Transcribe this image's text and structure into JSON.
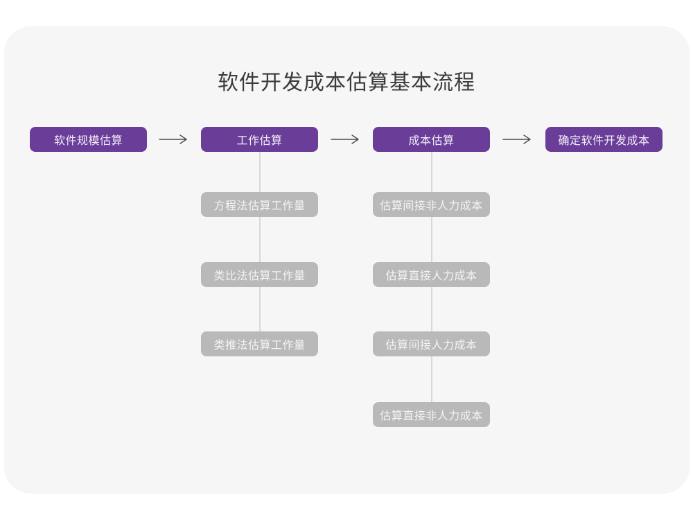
{
  "page": {
    "title": "软件开发成本估算基本流程",
    "colors": {
      "card_background": "#f6f6f7",
      "main_node": "#6a3d98",
      "sub_node": "#b9b9b9",
      "node_text": "#f4f4f4",
      "title_text": "#3b3b3b",
      "arrow": "#4a4a4a",
      "connector_line": "#d8d8d8"
    }
  },
  "flow": {
    "main_nodes": [
      {
        "label": "软件规模估算"
      },
      {
        "label": "工作估算"
      },
      {
        "label": "成本估算"
      },
      {
        "label": "确定软件开发成本"
      }
    ],
    "work_sub_nodes": [
      {
        "label": "方程法估算工作量"
      },
      {
        "label": "类比法估算工作量"
      },
      {
        "label": "类推法估算工作量"
      }
    ],
    "cost_sub_nodes": [
      {
        "label": "估算间接非人力成本"
      },
      {
        "label": "估算直接人力成本"
      },
      {
        "label": "估算间接人力成本"
      },
      {
        "label": "估算直接非人力成本"
      }
    ],
    "arrow_icon": "right-arrow"
  }
}
